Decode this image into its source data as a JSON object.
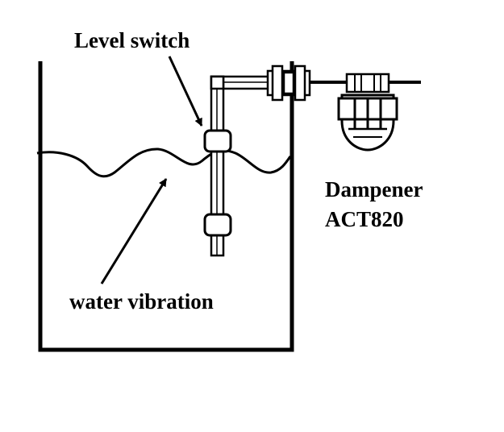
{
  "labels": {
    "level_switch": "Level switch",
    "water_vibration": "water vibration",
    "dampener_line1": "Dampener",
    "dampener_line2": "ACT820"
  },
  "colors": {
    "ink": "#000000",
    "background": "#ffffff"
  }
}
